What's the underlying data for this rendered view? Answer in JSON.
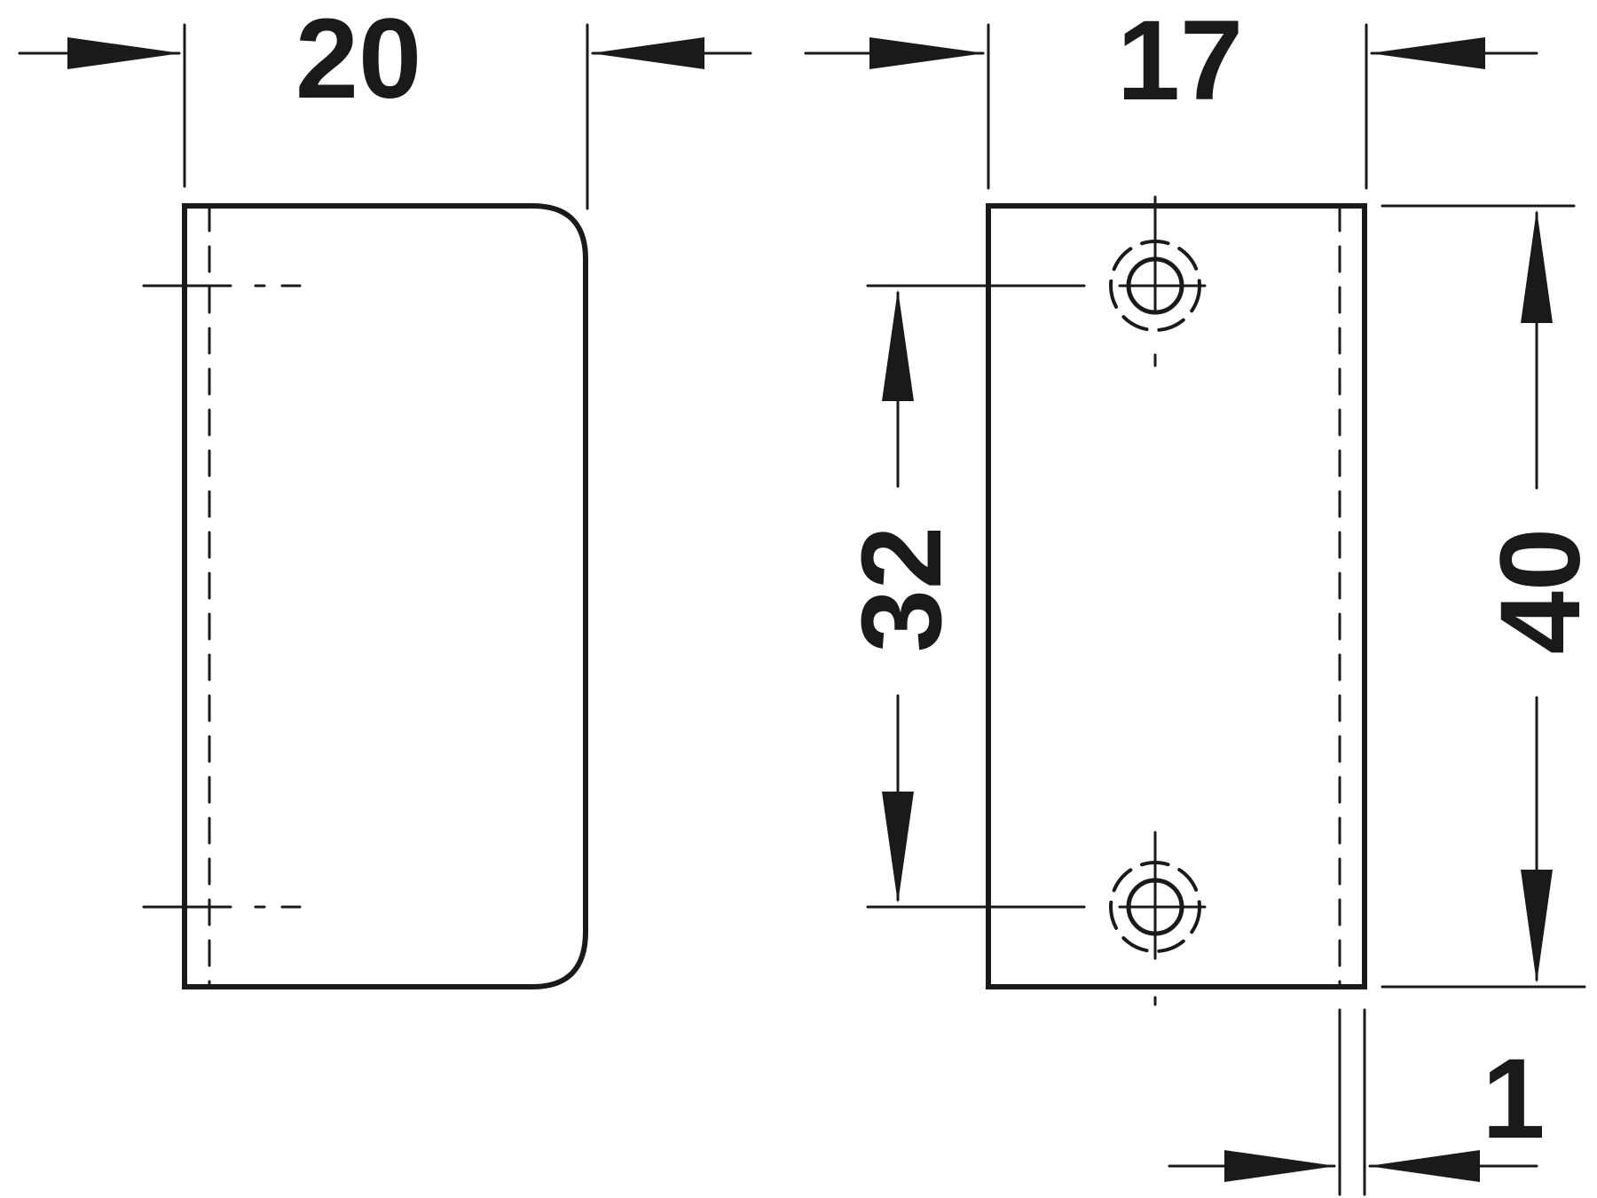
{
  "drawing": {
    "stroke_color": "#1a1a1a",
    "background": "#ffffff"
  },
  "dimensions": {
    "width_left": "20",
    "width_right": "17",
    "hole_spacing": "32",
    "height": "40",
    "offset": "1"
  }
}
